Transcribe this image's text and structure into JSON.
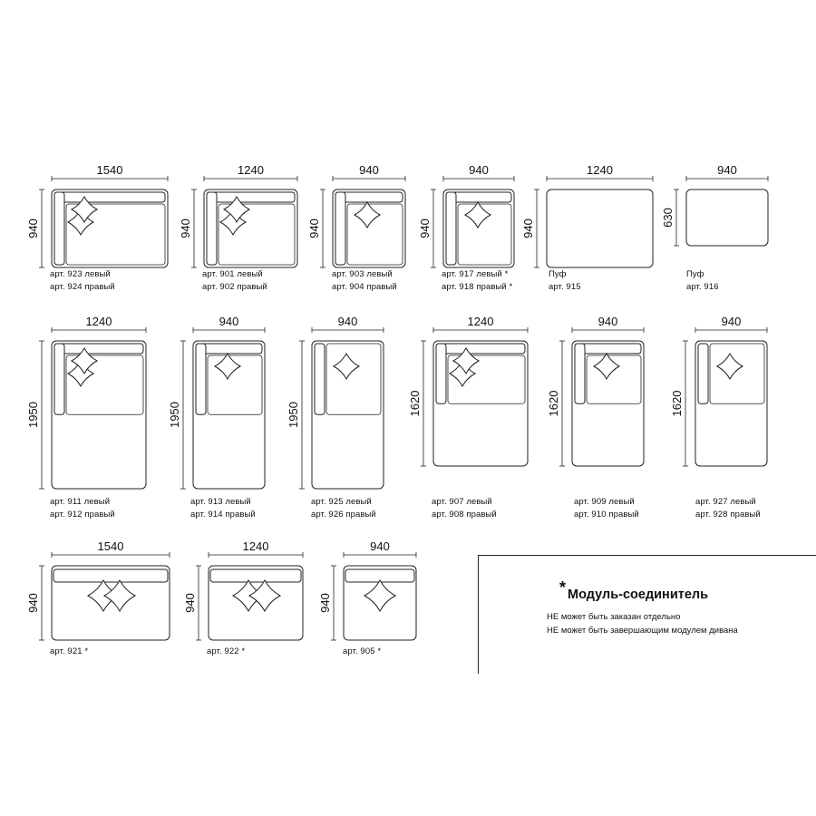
{
  "stroke_color": "#222222",
  "modules": [
    {
      "id": "m923",
      "width_label": "1540",
      "height_label": "940",
      "kind": "corner",
      "labels": [
        "арт. 923 левый",
        "арт. 924 правый"
      ]
    },
    {
      "id": "m901",
      "width_label": "1240",
      "height_label": "940",
      "kind": "corner",
      "labels": [
        "арт. 901 левый",
        "арт. 902 правый"
      ]
    },
    {
      "id": "m903",
      "width_label": "940",
      "height_label": "940",
      "kind": "corner",
      "labels": [
        "арт. 903 левый",
        "арт. 904 правый"
      ]
    },
    {
      "id": "m917",
      "width_label": "940",
      "height_label": "940",
      "kind": "corner",
      "labels": [
        "арт. 917 левый *",
        "арт. 918 правый *"
      ]
    },
    {
      "id": "m915",
      "width_label": "1240",
      "height_label": "940",
      "kind": "pouf",
      "labels": [
        "Пуф",
        "арт. 915"
      ]
    },
    {
      "id": "m916",
      "width_label": "940",
      "height_label": "630",
      "kind": "pouf",
      "labels": [
        "Пуф",
        "арт. 916"
      ]
    },
    {
      "id": "m911",
      "width_label": "1240",
      "height_label": "1950",
      "kind": "chaise",
      "labels": [
        "арт. 911 левый",
        "арт. 912 правый"
      ]
    },
    {
      "id": "m913",
      "width_label": "940",
      "height_label": "1950",
      "kind": "chaise",
      "labels": [
        "арт. 913 левый",
        "арт. 914 правый"
      ]
    },
    {
      "id": "m925",
      "width_label": "940",
      "height_label": "1950",
      "kind": "chaise",
      "labels": [
        "арт. 925 левый",
        "арт. 926 правый"
      ]
    },
    {
      "id": "m907",
      "width_label": "1240",
      "height_label": "1620",
      "kind": "chaise",
      "labels": [
        "арт. 907 левый",
        "арт. 908 правый"
      ]
    },
    {
      "id": "m909",
      "width_label": "940",
      "height_label": "1620",
      "kind": "chaise",
      "labels": [
        "арт. 909 левый",
        "арт. 910 правый"
      ]
    },
    {
      "id": "m927",
      "width_label": "940",
      "height_label": "1620",
      "kind": "chaise",
      "labels": [
        "арт. 927 левый",
        "арт. 928 правый"
      ]
    },
    {
      "id": "m921",
      "width_label": "1540",
      "height_label": "940",
      "kind": "straight",
      "labels": [
        "арт. 921 *"
      ]
    },
    {
      "id": "m922",
      "width_label": "1240",
      "height_label": "940",
      "kind": "straight",
      "labels": [
        "арт. 922 *"
      ]
    },
    {
      "id": "m905",
      "width_label": "940",
      "height_label": "940",
      "kind": "straight",
      "labels": [
        "арт. 905 *"
      ]
    }
  ],
  "legend": {
    "star": "*",
    "title": "Модуль-соединитель",
    "lines": [
      "НЕ может быть заказан отдельно",
      "НЕ может быть завершающим модулем дивана"
    ]
  }
}
